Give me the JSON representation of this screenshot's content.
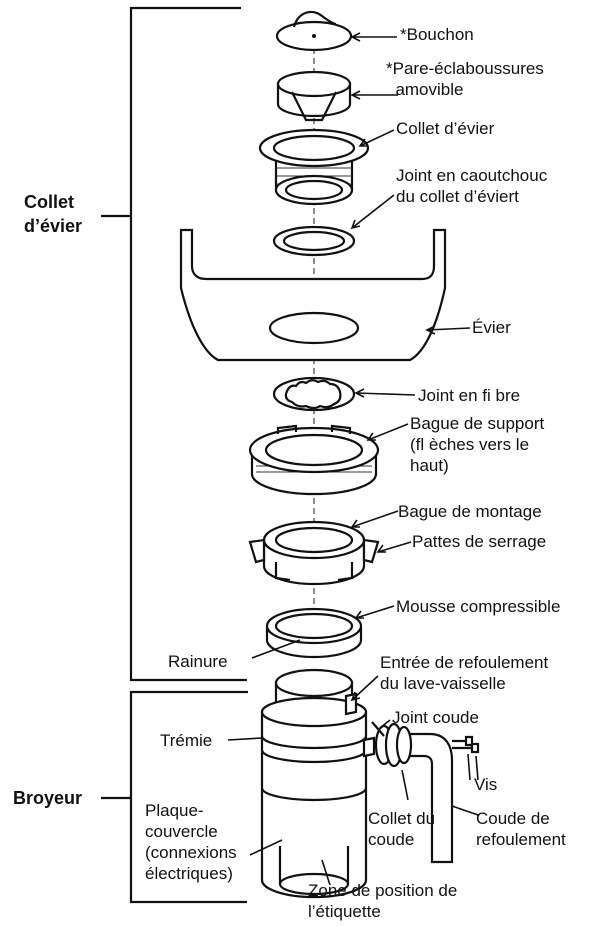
{
  "groups": {
    "collet": "Collet\nd’évier",
    "broyeur": "Broyeur"
  },
  "labels": {
    "bouchon": "*Bouchon",
    "pare": "*Pare-éclaboussures\n  amovible",
    "collet_evier": "Collet d’évier",
    "joint_caoutchouc": "Joint en caoutchouc\ndu collet d’éviert",
    "evier": "Évier",
    "joint_fibre": "Joint en fi bre",
    "bague_support": "Bague de support\n(fl èches vers le\nhaut)",
    "bague_montage": "Bague de montage",
    "pattes": "Pattes de serrage",
    "mousse": "Mousse compressible",
    "rainure": "Rainure",
    "entree": "Entrée de refoulement\ndu lave-vaisselle",
    "joint_coude": "Joint coude",
    "tremie": "Trémie",
    "vis": "Vis",
    "plaque": "Plaque-\ncouvercle\n(connexions\nélectriques)",
    "collet_coude": "Collet du\ncoude",
    "coude_refoulement": "Coude de\nrefoulement",
    "zone": "Zone de position de\nl’étiquette"
  }
}
